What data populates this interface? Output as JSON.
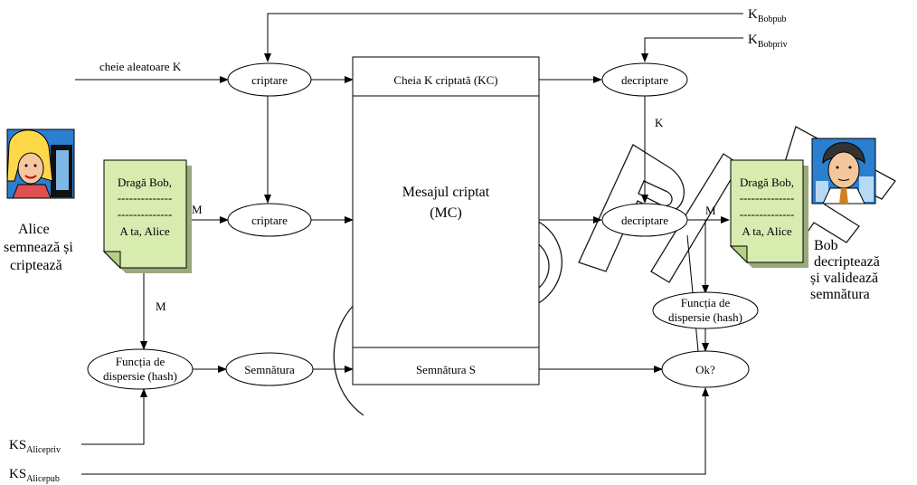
{
  "keys": {
    "bob_pub_main": "K",
    "bob_pub_sub": "Bobpub",
    "bob_priv_main": "K",
    "bob_priv_sub": "Bobpriv",
    "alice_priv_main": "KS",
    "alice_priv_sub": "Alicepriv",
    "alice_pub_main": "KS",
    "alice_pub_sub": "Alicepub"
  },
  "inputs": {
    "random_key": "cheie aleatoare K"
  },
  "nodes": {
    "encrypt_key": "criptare",
    "encrypt_msg": "criptare",
    "decrypt_key": "decriptare",
    "decrypt_msg": "decriptare",
    "hash_alice_line1": "Funcția de",
    "hash_alice_line2": "dispersie (hash)",
    "hash_bob_line1": "Funcția de",
    "hash_bob_line2": "dispersie (hash)",
    "signature": "Semnătura",
    "check": "Ok?"
  },
  "packet": {
    "key_section": "Cheia K criptată (KC)",
    "body_line1": "Mesajul criptat",
    "body_line2": "(MC)",
    "signature_section": "Semnătura S"
  },
  "edges": {
    "m_alice_right": "M",
    "m_alice_down": "M",
    "k_bob": "K",
    "m_bob": "M"
  },
  "document": {
    "line1": "Dragă Bob,",
    "line2": "--------------",
    "line3": "--------------",
    "line4": "A ta, Alice"
  },
  "alice": {
    "caption_line1": "Alice",
    "caption_line2": "semnează și",
    "caption_line3": "criptează"
  },
  "bob": {
    "caption_line1": "Bob",
    "caption_line2": "decriptează",
    "caption_line3": "și validează",
    "caption_line4": "semnătura"
  },
  "colors": {
    "document_fill": "#d8ecb0",
    "document_fold": "#b6cf86",
    "watermark": "#000000"
  }
}
